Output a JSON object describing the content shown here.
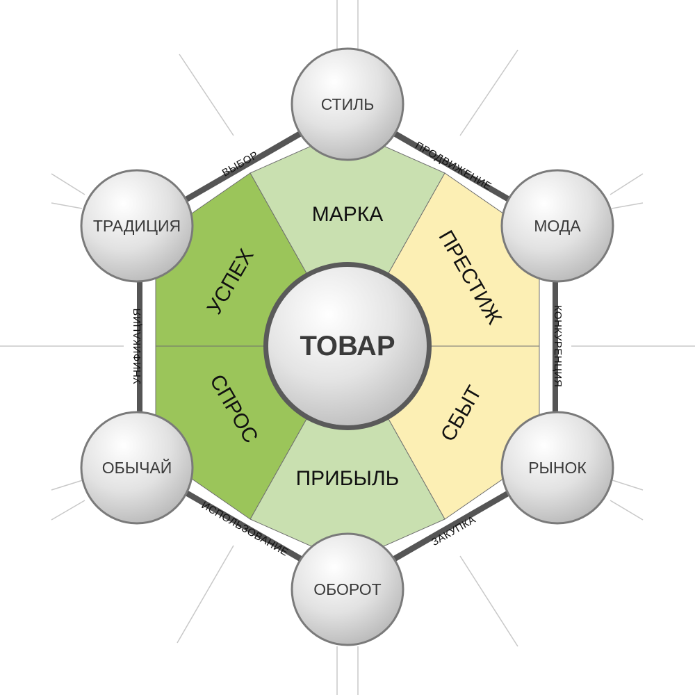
{
  "center": {
    "label": "ТОВАР"
  },
  "nodes": {
    "top": "СТИЛЬ",
    "upper_right": "МОДА",
    "lower_right": "РЫНОК",
    "bottom": "ОБОРОТ",
    "lower_left": "ОБЫЧАЙ",
    "upper_left": "ТРАДИЦИЯ"
  },
  "sectors": {
    "top": "МАРКА",
    "right_upper": "ПРЕСТИЖ",
    "right_lower": "СБЫТ",
    "bottom": "ПРИБЫЛЬ",
    "left_lower": "СПРОС",
    "left_upper": "УСПЕХ"
  },
  "edges": {
    "top_left": "ВЫБОР",
    "top_right": "ПРОДВИЖЕНИЕ",
    "right": "КОНКУРЕНЦИЯ",
    "bottom_right": "ЗАКУПКА",
    "bottom_left": "ИСПОЛЬЗОВАНИЕ",
    "left": "УНИФИКАЦИЯ"
  },
  "colors": {
    "dark_green": "#9bc55a",
    "light_green": "#c9e0b0",
    "light_yellow": "#fcefb4",
    "frame": "#555555",
    "sphere_outline": "#7a7a7a"
  }
}
